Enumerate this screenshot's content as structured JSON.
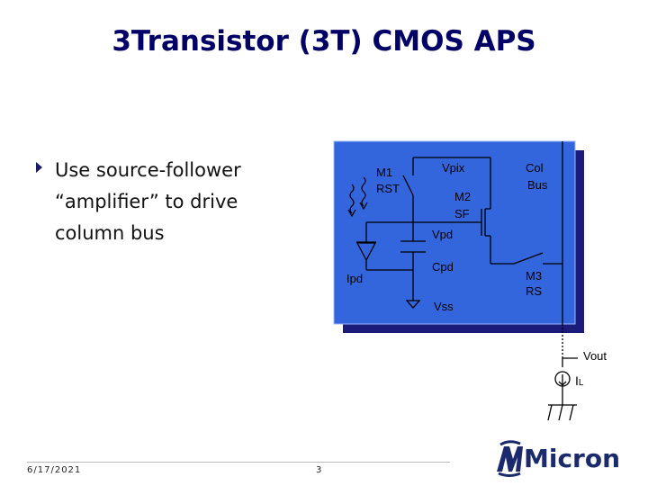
{
  "slide": {
    "title": "3Transistor (3T) CMOS APS",
    "bullets": [
      "Use source-follower “amplifier” to drive column bus"
    ]
  },
  "circuit": {
    "labels": {
      "m1": "M1",
      "rst": "RST",
      "vpix": "Vpix",
      "col": "Col",
      "bus": "Bus",
      "m2": "M2",
      "sf": "SF",
      "vpd": "Vpd",
      "cpd": "Cpd",
      "ipd": "Ipd",
      "m3": "M3",
      "rs": "RS",
      "vss": "Vss",
      "vout": "Vout",
      "il_main": "I",
      "il_sub": "L"
    }
  },
  "footer": {
    "date": "6/17/2021",
    "page": "3"
  },
  "logo": {
    "text": "Micron"
  },
  "colors": {
    "title": "#000066",
    "panel": "#3366dd",
    "panel_shadow": "#1b1b7a"
  }
}
